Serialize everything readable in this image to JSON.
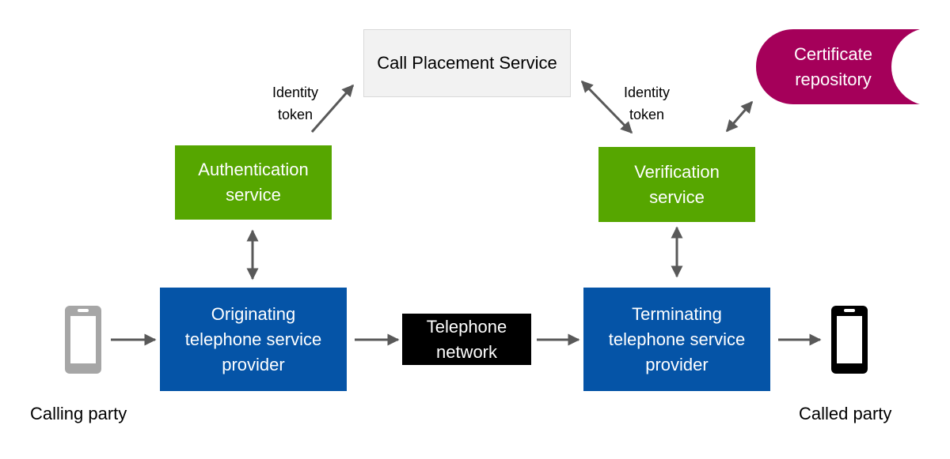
{
  "nodes": {
    "call_placement": {
      "label": "Call Placement Service"
    },
    "cert_repo": {
      "label": "Certificate\nrepository"
    },
    "auth": {
      "label": "Authentication\nservice"
    },
    "verify": {
      "label": "Verification\nservice"
    },
    "originating": {
      "label": "Originating\ntelephone service\nprovider"
    },
    "network": {
      "label": "Telephone\nnetwork"
    },
    "terminating": {
      "label": "Terminating\ntelephone service\nprovider"
    }
  },
  "edge_labels": {
    "identity_token_left": "Identity\ntoken",
    "identity_token_right": "Identity\ntoken"
  },
  "parties": {
    "calling": {
      "label": "Calling party",
      "icon": "phone-icon",
      "color": "#a6a6a6"
    },
    "called": {
      "label": "Called party",
      "icon": "phone-icon",
      "color": "#000000"
    }
  },
  "colors": {
    "green": "#56a600",
    "blue": "#0554a7",
    "black": "#000000",
    "grey_box": "#f2f2f2",
    "magenta": "#a5005a",
    "arrow": "#595959"
  }
}
